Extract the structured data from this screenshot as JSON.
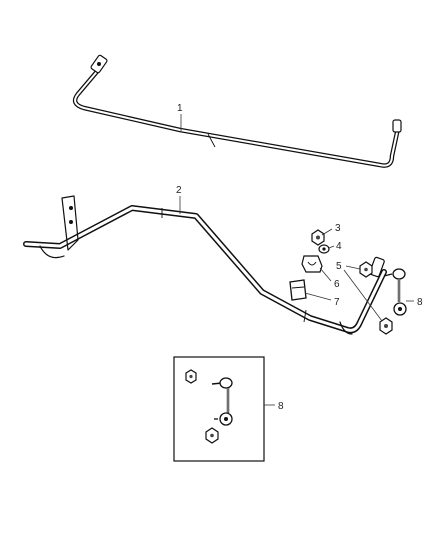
{
  "callouts": {
    "c1": "1",
    "c2": "2",
    "c3": "3",
    "c4": "4",
    "c5": "5",
    "c6": "6",
    "c7": "7",
    "c8a": "8",
    "c8b": "8"
  },
  "icons": {
    "front_bar": "stabilizer-bar-icon",
    "rear_bar": "stabilizer-bar-icon",
    "nut": "nut-icon",
    "bushing": "bushing-icon",
    "link": "stabilizer-link-icon"
  }
}
